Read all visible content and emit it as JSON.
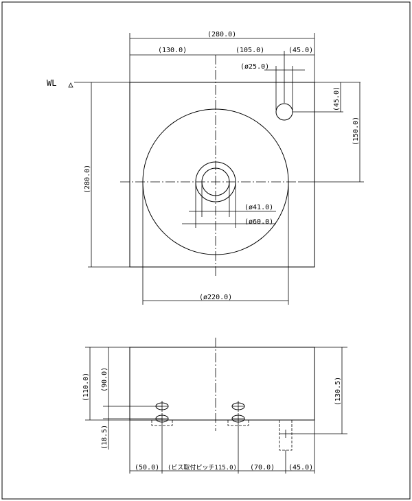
{
  "labels": {
    "wl": "WL",
    "top_width": "(280.0)",
    "left_offset": "(130.0)",
    "mid_offset": "(105.0)",
    "right_offset": "(45.0)",
    "hole_dia": "(ø25.0)",
    "hole_depth": "(45.0)",
    "hole_center": "(150.0)",
    "height": "(280.0)",
    "drain_inner": "(ø41.0)",
    "drain_outer": "(ø60.0)",
    "bowl_dia": "(ø220.0)",
    "side_height": "(110.0)",
    "inner_height": "(90.0)",
    "overall_height": "(130.5)",
    "base_offset": "(18.5)",
    "bottom_a": "(50.0)",
    "bottom_pitch": "(ビス取付ピッチ115.0)",
    "bottom_c": "(70.0)",
    "bottom_d": "(45.0)"
  }
}
